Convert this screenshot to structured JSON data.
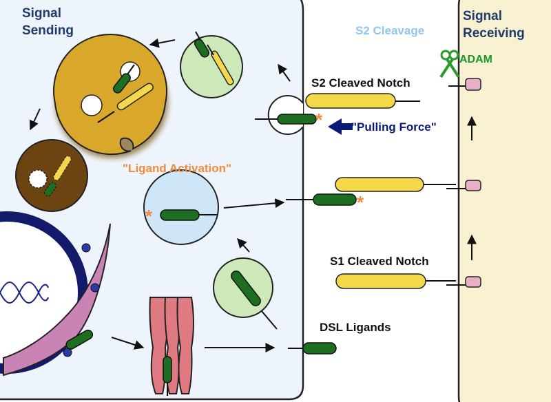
{
  "labels": {
    "signal_sending_line1": "Signal",
    "signal_sending_line2": "Sending",
    "signal_receiving_line1": "Signal",
    "signal_receiving_line2": "Receiving",
    "s2_cleavage": "S2 Cleavage",
    "adam": "ADAM",
    "s2_cleaved_notch": "S2 Cleaved Notch",
    "pulling_force": "\"Pulling Force\"",
    "ligand_activation": "\"Ligand Activation\"",
    "s1_cleaved_notch": "S1 Cleaved Notch",
    "dsl_ligands": "DSL Ligands",
    "asterisk": "*"
  },
  "colors": {
    "sending_cell": "#eef4fb",
    "receiving_cell": "#f8f2d2",
    "ligand_green": "#1e6e22",
    "notch_yellow": "#f5d84a",
    "endosome_green": "#cde8b9",
    "vesicle_blue": "#cfe6f8",
    "lysosome_gold": "#d9a82a",
    "late_lysosome_brown": "#6b4412",
    "golgi_pink": "#e07a82",
    "er_magenta": "#c983b5",
    "nucleus_navy": "#141a6a",
    "asterisk_orange": "#f08a3c",
    "pull_arrow_navy": "#0a1a7a",
    "receptor_pink": "#e8b0c4",
    "adam_green": "#2a9a2a"
  }
}
